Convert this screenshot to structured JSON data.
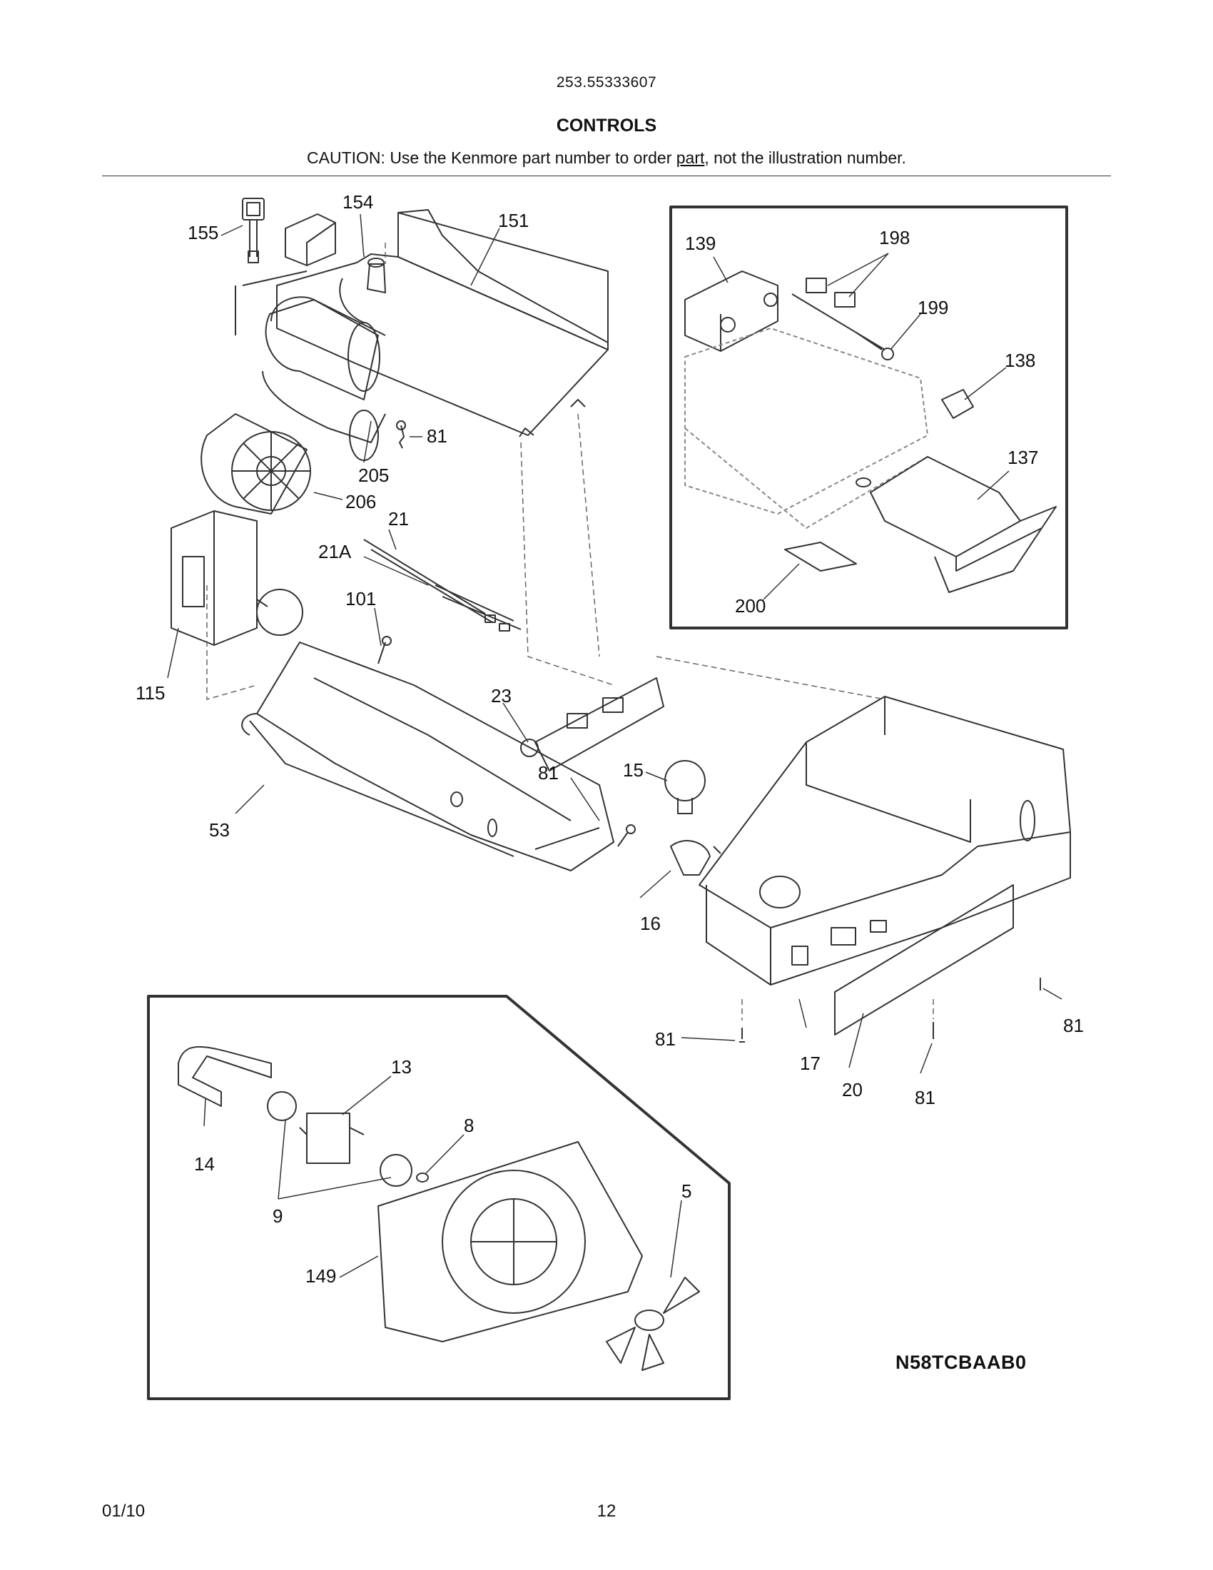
{
  "header": {
    "model_number": "253.55333607",
    "section_title": "CONTROLS",
    "caution_prefix": "CAUTION: Use the Kenmore part number to order ",
    "caution_link": "part",
    "caution_suffix": ", not the illustration number."
  },
  "callouts": {
    "c155": "155",
    "c154": "154",
    "c151": "151",
    "c81a": "81",
    "c205": "205",
    "c206": "206",
    "c21": "21",
    "c21a": "21A",
    "c101": "101",
    "c115": "115",
    "c23": "23",
    "c15": "15",
    "c81b": "81",
    "c53": "53",
    "c16": "16",
    "c81c": "81",
    "c17": "17",
    "c20": "20",
    "c81d": "81",
    "c81e": "81",
    "c139": "139",
    "c198": "198",
    "c199": "199",
    "c138": "138",
    "c137": "137",
    "c200": "200",
    "c13": "13",
    "c8": "8",
    "c14": "14",
    "c9": "9",
    "c5": "5",
    "c149": "149"
  },
  "diagram_code": "N58TCBAAB0",
  "footer": {
    "date": "01/10",
    "page": "12"
  }
}
